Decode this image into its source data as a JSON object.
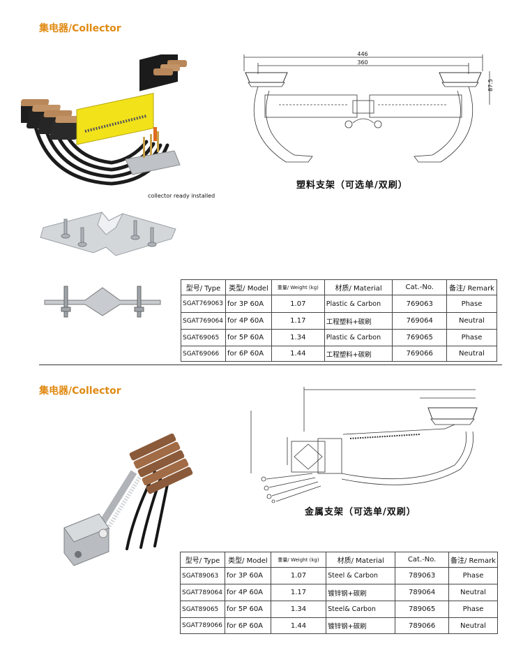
{
  "section1": {
    "title": "集电器/Collector",
    "photo_caption": "collector ready installed",
    "diagram_caption": "塑料支架（可选单/双刷）",
    "dimensions": {
      "outer": "446",
      "inner": "360",
      "height": "87.5"
    },
    "table": {
      "headers": [
        "型号/ Type",
        "类型/ Model",
        "重量/  Weight (kg)",
        "材质/ Material",
        "Cat.-No.",
        "备注/ Remark"
      ],
      "rows": [
        [
          "SGAT769063",
          "for 3P 60A",
          "1.07",
          "Plastic & Carbon",
          "769063",
          "Phase"
        ],
        [
          "SGAT769064",
          "for 4P 60A",
          "1.17",
          "工程塑料+碳刷",
          "769064",
          "Neutral"
        ],
        [
          "SGAT69065",
          "for 5P 60A",
          "1.34",
          "Plastic & Carbon",
          "769065",
          "Phase"
        ],
        [
          "SGAT69066",
          "for 6P 60A",
          "1.44",
          "工程塑料+碳刷",
          "769066",
          "Neutral"
        ]
      ]
    }
  },
  "section2": {
    "title": "集电器/Collector",
    "diagram_caption": "金属支架（可选单/双刷）",
    "table": {
      "headers": [
        "型号/ Type",
        "类型/ Model",
        "重量/  Weight (kg)",
        "材质/ Material",
        "Cat.-No.",
        "备注/ Remark"
      ],
      "rows": [
        [
          "SGAT89063",
          "for 3P 60A",
          "1.07",
          "Steel & Carbon",
          "789063",
          "Phase"
        ],
        [
          "SGAT789064",
          "for 4P 60A",
          "1.17",
          "镀锌钢+碳刷",
          "789064",
          "Neutral"
        ],
        [
          "SGAT89065",
          "for 5P 60A",
          "1.34",
          "Steel& Carbon",
          "789065",
          "Phase"
        ],
        [
          "SGAT789066",
          "for 6P 60A",
          "1.44",
          "镀锌钢+碳刷",
          "789066",
          "Neutral"
        ]
      ]
    }
  },
  "colors": {
    "accent": "#e08a12",
    "yellow_part": "#f2e21a",
    "brush_copper": "#b8875a"
  }
}
